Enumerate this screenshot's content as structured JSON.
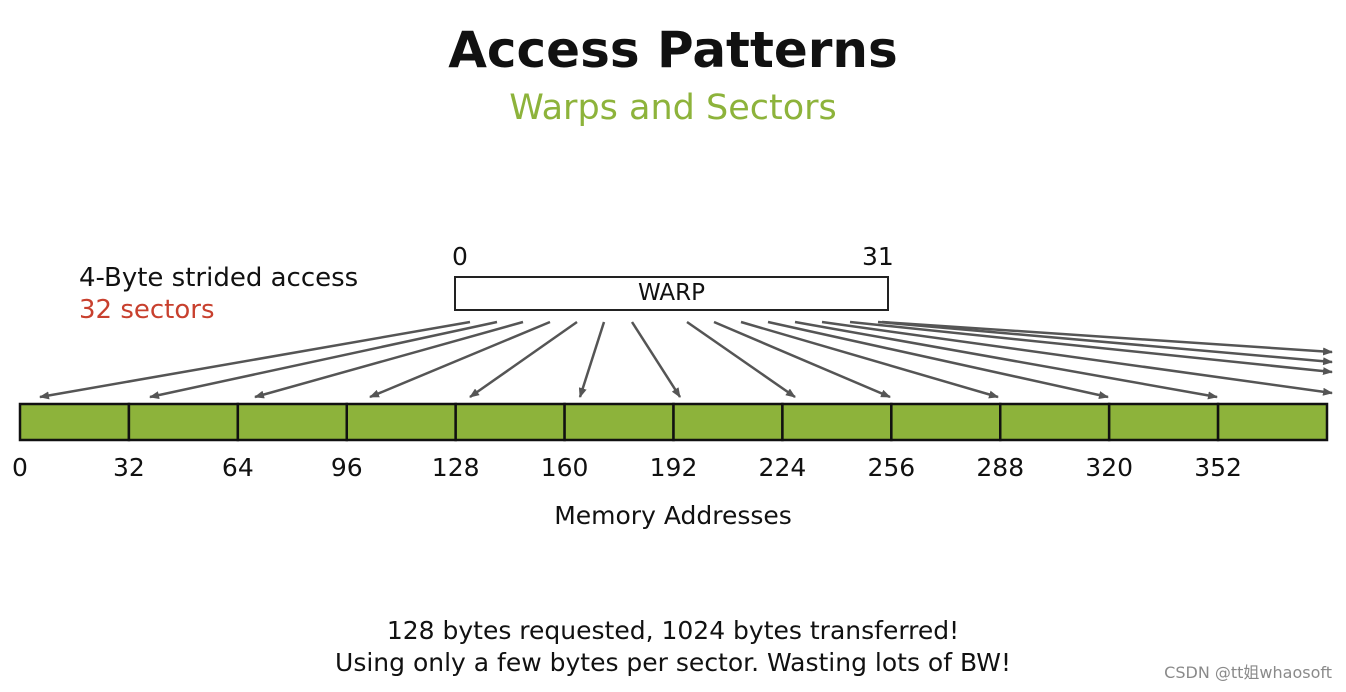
{
  "title": "Access Patterns",
  "subtitle": "Warps and Sectors",
  "description": {
    "access": "4-Byte strided access",
    "sectors": "32 sectors"
  },
  "warp": {
    "label": "WARP",
    "start_index": "0",
    "end_index": "31"
  },
  "memory": {
    "tick_labels": [
      "0",
      "32",
      "64",
      "96",
      "128",
      "160",
      "192",
      "224",
      "256",
      "288",
      "320",
      "352"
    ],
    "axis_label": "Memory Addresses",
    "sector_count_shown": 12
  },
  "notes": [
    "128 bytes requested, 1024 bytes transferred!",
    "Using only a few bytes per sector. Wasting lots of BW!"
  ],
  "watermark": "CSDN @tt姐whaosoft",
  "colors": {
    "title": "#111111",
    "subtitle": "#8db33b",
    "sectors_text": "#c8402e",
    "sector_fill": "#8db33b",
    "arrow": "#555555"
  }
}
